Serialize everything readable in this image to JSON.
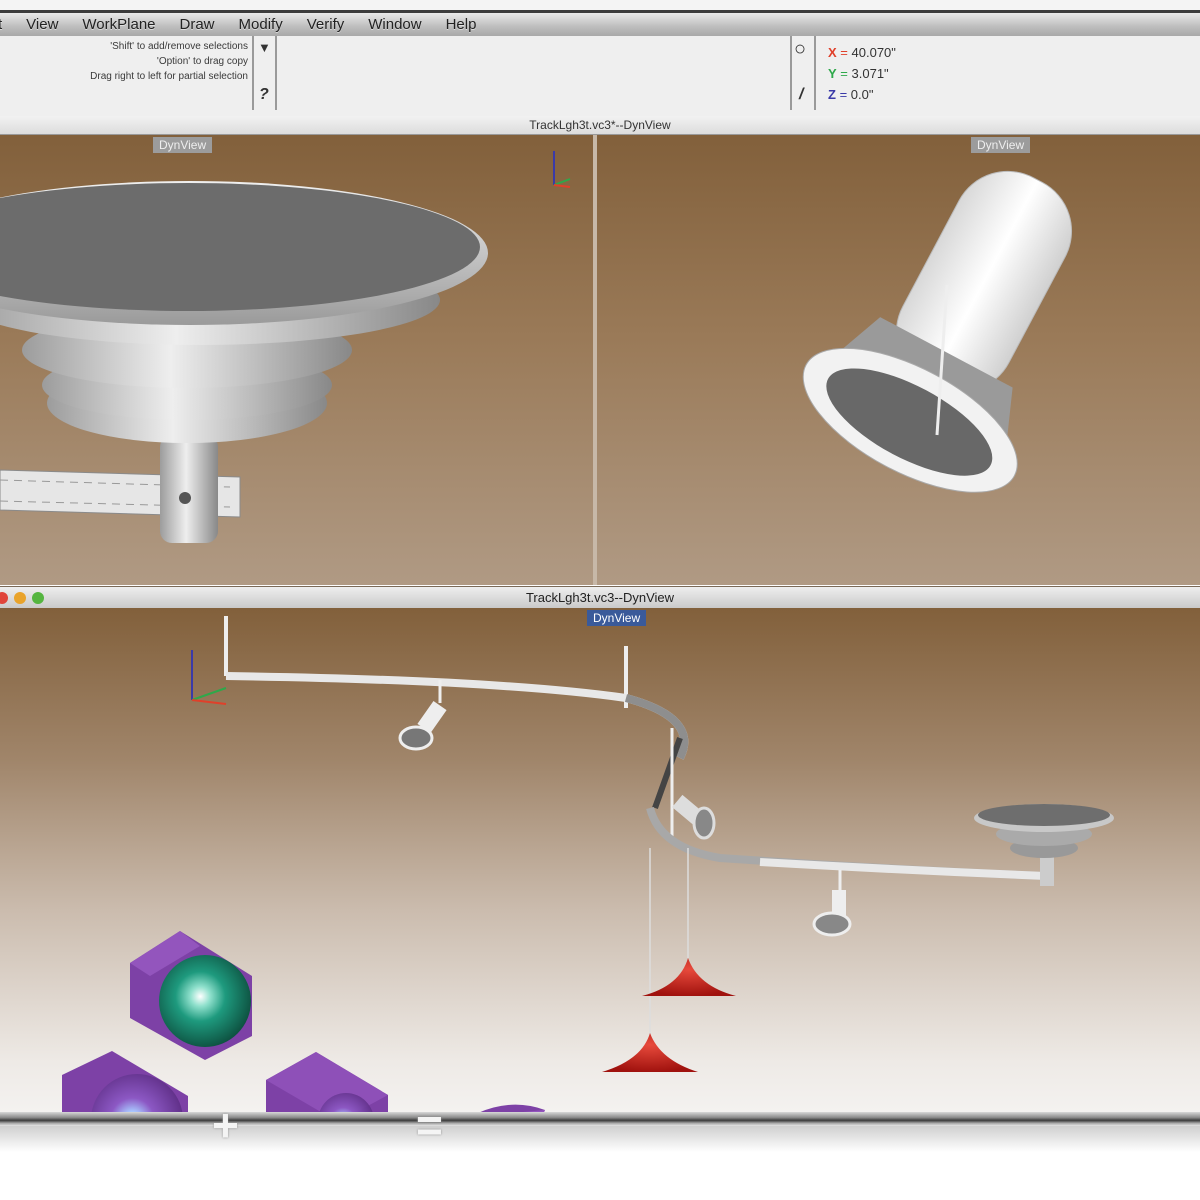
{
  "menu": {
    "items": [
      "t",
      "View",
      "WorkPlane",
      "Draw",
      "Modify",
      "Verify",
      "Window",
      "Help"
    ]
  },
  "toolbar": {
    "hints": [
      "'Shift' to add/remove selections",
      "'Option' to drag copy",
      "Drag right to left for partial selection"
    ],
    "dropdown_glyph": "▼",
    "help_glyph": "?",
    "circle_glyph": "○",
    "pencil_glyph": "/",
    "coordinates": {
      "x_label": "X",
      "x_value": "40.070\"",
      "y_label": "Y",
      "y_value": "3.071\"",
      "z_label": "Z",
      "z_value": "0.0\"",
      "x_color": "#e0402a",
      "y_color": "#2ea84a",
      "z_color": "#3a3aa8",
      "equals": "="
    }
  },
  "window_top": {
    "title": "TrackLgh3t.vc3*--DynView",
    "left_view_tag": "DynView",
    "right_view_tag": "DynView"
  },
  "window_bottom": {
    "title": "TrackLgh3t.vc3--DynView",
    "view_tag": "DynView"
  },
  "boolean_demo": {
    "plus": "+",
    "equals": "="
  },
  "colors": {
    "viewport_top": "#82603b",
    "viewport_bottom": "#b09a84",
    "active_tag": "#3a5a9a",
    "pendant_red": "#c8231f",
    "solid_purple": "#7a3fa0",
    "sphere_teal": "#1e9a7e"
  }
}
